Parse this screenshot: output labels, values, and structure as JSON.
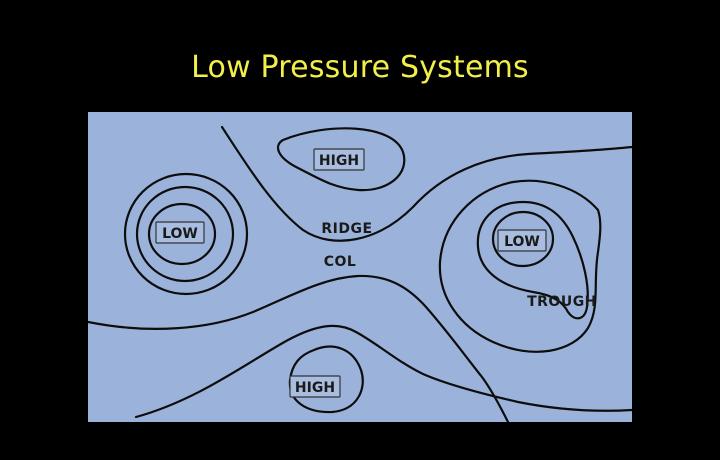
{
  "slide": {
    "title": "Low Pressure Systems",
    "title_color": "#f2ef4a",
    "background_color": "#000000"
  },
  "map": {
    "background_color": "#9bb3db",
    "labels": {
      "high_top": "HIGH",
      "high_bottom": "HIGH",
      "low_left": "LOW",
      "low_right": "LOW",
      "ridge": "RIDGE",
      "col": "COL",
      "trough": "TROUGH"
    }
  }
}
